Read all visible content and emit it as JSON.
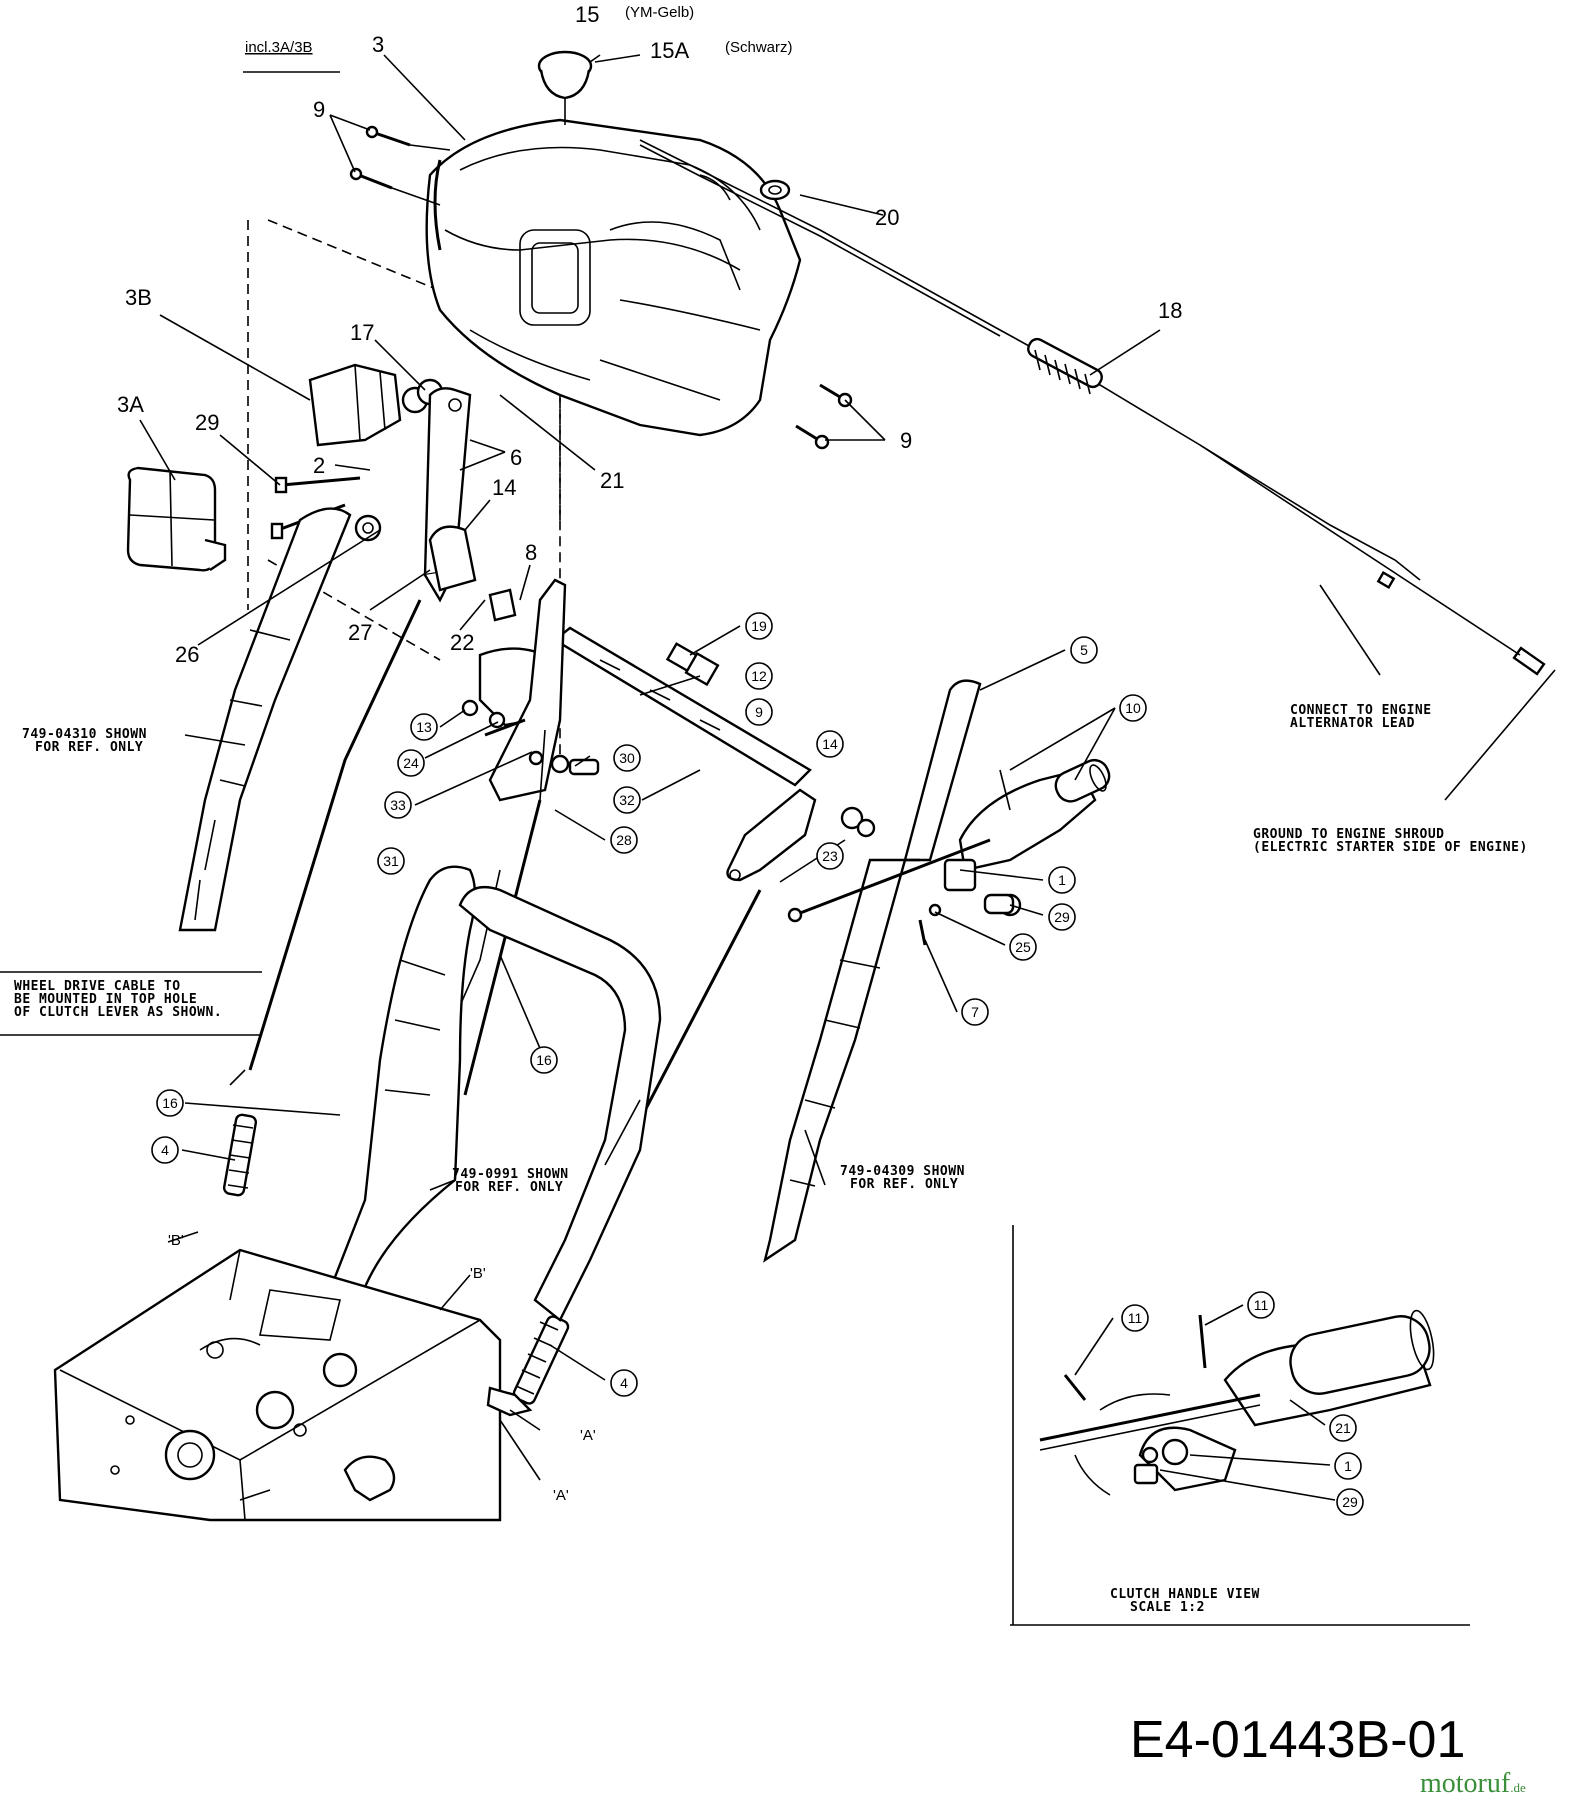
{
  "figure_id": "E4-01443B-01",
  "watermark": {
    "text": "motoruf",
    "suffix": ".de",
    "color": "#3b8f3b"
  },
  "labels": {
    "l15": "15",
    "l15_note": "(YM-Gelb)",
    "l15A": "15A",
    "l15A_note": "(Schwarz)",
    "incl": "incl.3A/3B",
    "l3": "3",
    "l9a": "9",
    "l9b": "9",
    "l20": "20",
    "l18": "18",
    "l3B": "3B",
    "l17": "17",
    "l3A": "3A",
    "l29": "29",
    "l2": "2",
    "l6": "6",
    "l14": "14",
    "l21": "21",
    "l8": "8",
    "l26": "26",
    "l27": "27",
    "l22": "22",
    "qa1": "'A'",
    "qa2": "'A'",
    "qb1": "'B'",
    "qb2": "'B'"
  },
  "circled": {
    "c19a": "19",
    "c12": "12",
    "c5": "5",
    "c9": "9",
    "c10": "10",
    "c14": "14",
    "c13": "13",
    "c24": "24",
    "c30": "30",
    "c32": "32",
    "c33": "33",
    "c28": "28",
    "c23": "23",
    "c1": "1",
    "c29": "29",
    "c25": "25",
    "c7": "7",
    "c31": "31",
    "c16a": "16",
    "c16b": "16",
    "c4a": "4",
    "c4b": "4",
    "c11a": "11",
    "c11b": "11",
    "c21": "21",
    "c1b": "1",
    "c29b": "29"
  },
  "notes": {
    "connect_1": "CONNECT TO ENGINE",
    "connect_2": "ALTERNATOR LEAD",
    "ground_1": "GROUND TO ENGINE SHROUD",
    "ground_2": "(ELECTRIC STARTER SIDE OF ENGINE)",
    "ref_left_1": "749-04310 SHOWN",
    "ref_left_2": "FOR REF. ONLY",
    "wheel_1": "WHEEL DRIVE CABLE TO",
    "wheel_2": "BE MOUNTED IN TOP HOLE",
    "wheel_3": "OF CLUTCH LEVER AS SHOWN.",
    "ref_mid_1": "749-0991 SHOWN",
    "ref_mid_2": "FOR REF. ONLY",
    "ref_right_1": "749-04309 SHOWN",
    "ref_right_2": "FOR REF. ONLY",
    "inset_1": "CLUTCH HANDLE VIEW",
    "inset_2": "SCALE 1:2"
  }
}
